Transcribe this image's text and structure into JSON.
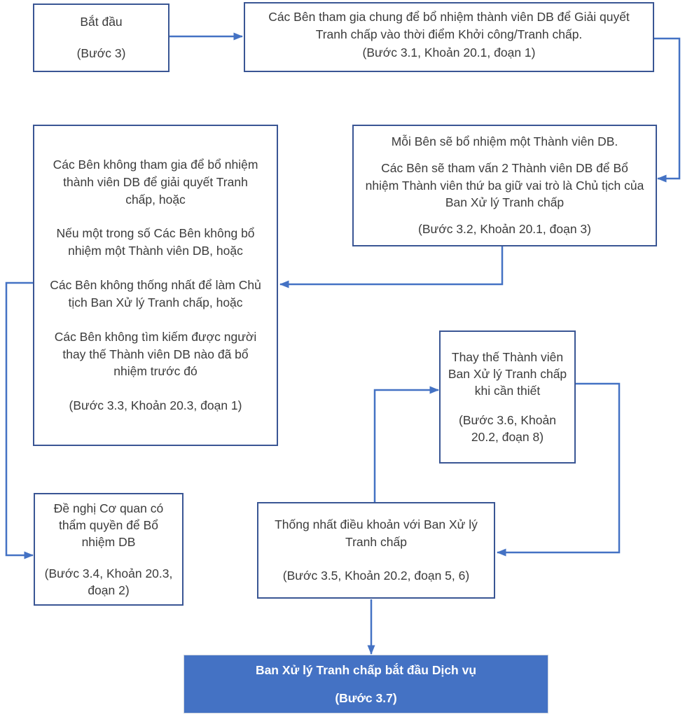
{
  "diagram": {
    "language": "vi",
    "boxes": {
      "start": {
        "body": "Bắt đầu",
        "ref": "(Bước 3)"
      },
      "step31": {
        "body": "Các Bên tham gia chung để bổ nhiệm thành viên DB để Giải quyết Tranh chấp vào thời điểm Khởi công/Tranh chấp.",
        "ref": "(Bước 3.1, Khoản 20.1, đoạn 1)"
      },
      "step32": {
        "body1": "Mỗi Bên sẽ bổ nhiệm một Thành viên DB.",
        "body2": "Các Bên sẽ tham vấn 2 Thành viên DB để Bổ nhiệm Thành viên thứ ba giữ vai trò là Chủ tịch của Ban Xử lý Tranh chấp",
        "ref": "(Bước 3.2, Khoản 20.1, đoạn 3)"
      },
      "step33": {
        "body1": "Các Bên không tham gia để bổ nhiệm thành viên DB để giải quyết Tranh chấp, hoặc",
        "body2": "Nếu một trong số Các Bên không bổ nhiệm một Thành viên DB, hoặc",
        "body3": "Các Bên không thống nhất để làm Chủ tịch Ban Xử lý Tranh chấp, hoặc",
        "body4": "Các Bên không tìm kiếm được người thay thế Thành viên DB nào đã bổ nhiệm trước đó",
        "ref": "(Bước 3.3, Khoản 20.3, đoạn 1)"
      },
      "step34": {
        "body": "Đề nghị Cơ quan có thẩm quyền để Bổ nhiệm DB",
        "ref": "(Bước 3.4, Khoản 20.3, đoạn 2)"
      },
      "step35": {
        "body": "Thống nhất điều khoản với Ban Xử lý Tranh chấp",
        "ref": "(Bước 3.5, Khoản 20.2, đoạn 5, 6)"
      },
      "step36": {
        "body": "Thay thế Thành viên Ban Xử lý Tranh chấp khi cần thiết",
        "ref": "(Bước 3.6, Khoản 20.2, đoạn 8)"
      },
      "step37": {
        "body": "Ban Xử lý Tranh chấp bắt đầu Dịch vụ",
        "ref": "(Bước 3.7)"
      }
    },
    "edges": [
      {
        "from": "start",
        "to": "step31"
      },
      {
        "from": "step31",
        "to": "step32"
      },
      {
        "from": "step32",
        "to": "step33"
      },
      {
        "from": "step33",
        "to": "step34"
      },
      {
        "from": "step35",
        "to": "step36"
      },
      {
        "from": "step36",
        "to": "step35"
      },
      {
        "from": "step35",
        "to": "step37"
      }
    ],
    "colors": {
      "box_border": "#3a5694",
      "connector": "#4472c4",
      "highlight_fill": "#4472c4",
      "text": "#3c3c3c",
      "highlight_text": "#ffffff"
    }
  }
}
